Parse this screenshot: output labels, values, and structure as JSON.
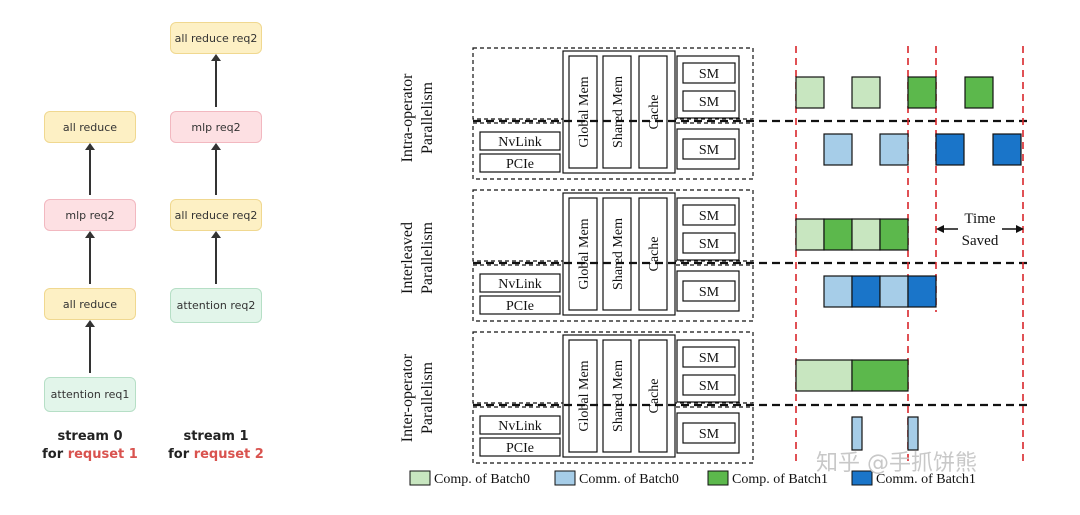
{
  "streams": {
    "stream0": {
      "nodes": [
        "all reduce",
        "mlp req2",
        "all reduce",
        "attention req1"
      ],
      "label_line1": "stream 0",
      "label_for": "for ",
      "label_req": "requset 1"
    },
    "stream1": {
      "nodes": [
        "all reduce req2",
        "mlp req2",
        "all reduce req2",
        "attention req2"
      ],
      "label_line1": "stream 1",
      "label_for": "for ",
      "label_req": "requset 2"
    }
  },
  "parallelism": {
    "sections": [
      {
        "line1": "Intra-operator",
        "line2": "Parallelism"
      },
      {
        "line1": "Interleaved",
        "line2": "Parallelism"
      },
      {
        "line1": "Inter-operator",
        "line2": "Parallelism"
      }
    ],
    "hw": {
      "nvlink": "NvLink",
      "pcie": "PCIe",
      "global_mem": "Global Mem",
      "shared_mem": "Shared Mem",
      "cache": "Cache",
      "sm": "SM"
    },
    "time_saved_line1": "Time",
    "time_saved_line2": "Saved",
    "legend": [
      {
        "label": "Comp. of Batch0",
        "color": "#c8e6c0"
      },
      {
        "label": "Comm. of Batch0",
        "color": "#a6cde8"
      },
      {
        "label": "Comp. of Batch1",
        "color": "#5cb84c"
      },
      {
        "label": "Comm. of Batch1",
        "color": "#1a75c9"
      }
    ]
  },
  "colors": {
    "comp_batch0": "#c8e6c0",
    "comm_batch0": "#a6cde8",
    "comp_batch1": "#5cb84c",
    "comm_batch1": "#1a75c9",
    "timeline": "#d9262b"
  },
  "watermark": "知乎 @手抓饼熊"
}
